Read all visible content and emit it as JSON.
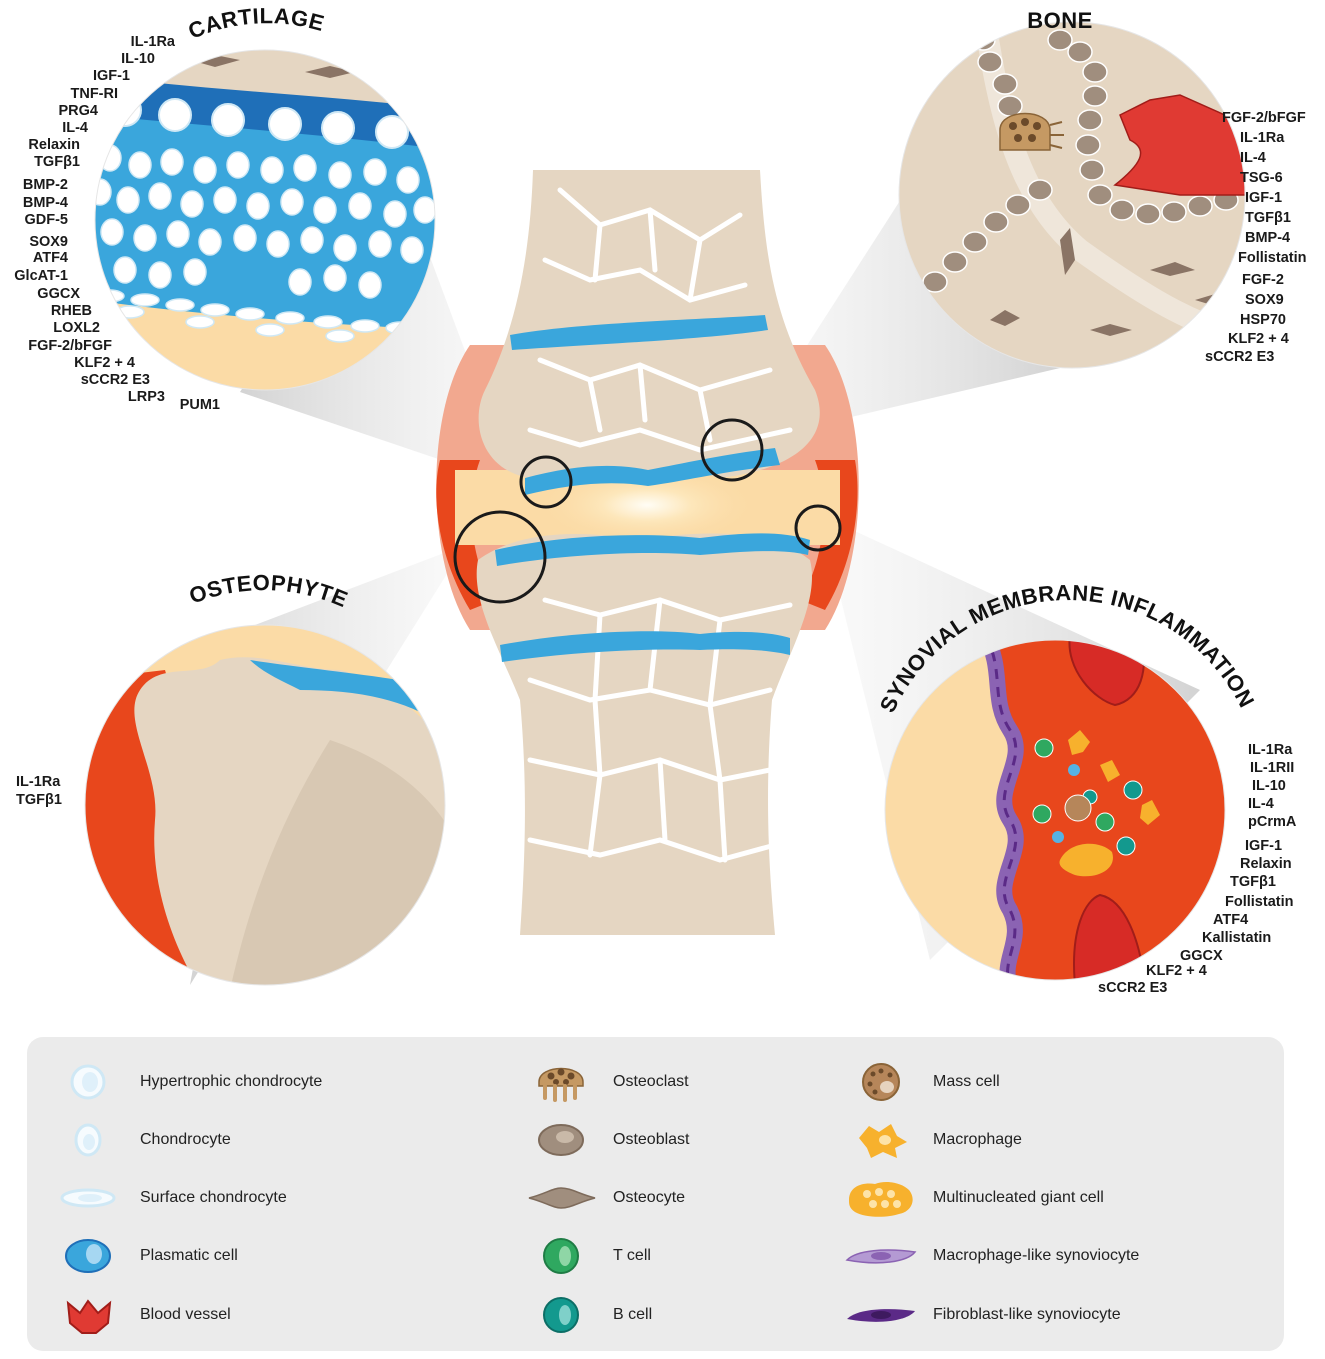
{
  "panels": {
    "cartilage": {
      "title": "CARTILAGE",
      "labels": [
        "IL-1Ra",
        "IL-10",
        "IGF-1",
        "TNF-RI",
        "PRG4",
        "IL-4",
        "Relaxin",
        "TGFβ1",
        "BMP-2",
        "BMP-4",
        "GDF-5",
        "SOX9",
        "ATF4",
        "GlcAT-1",
        "GGCX",
        "RHEB",
        "LOXL2",
        "FGF-2/bFGF",
        "KLF2 + 4",
        "sCCR2 E3",
        "LRP3",
        "PUM1"
      ]
    },
    "bone": {
      "title": "BONE",
      "labels": [
        "FGF-2/bFGF",
        "IL-1Ra",
        "IL-4",
        "TSG-6",
        "IGF-1",
        "TGFβ1",
        "BMP-4",
        "Follistatin",
        "FGF-2",
        "SOX9",
        "HSP70",
        "KLF2 + 4",
        "sCCR2 E3"
      ]
    },
    "osteophyte": {
      "title": "OSTEOPHYTE",
      "labels": [
        "IL-1Ra",
        "TGFβ1"
      ]
    },
    "synovial": {
      "title": "SYNOVIAL MEMBRANE INFLAMMATION",
      "labels": [
        "IL-1Ra",
        "IL-1RII",
        "IL-10",
        "IL-4",
        "pCrmA",
        "IGF-1",
        "Relaxin",
        "TGFβ1",
        "Follistatin",
        "ATF4",
        "Kallistatin",
        "GGCX",
        "KLF2 + 4",
        "sCCR2 E3"
      ]
    }
  },
  "legend": [
    {
      "icon": "hypertrophic-chondrocyte-icon",
      "label": "Hypertrophic chondrocyte"
    },
    {
      "icon": "chondrocyte-icon",
      "label": "Chondrocyte"
    },
    {
      "icon": "surface-chondrocyte-icon",
      "label": "Surface chondrocyte"
    },
    {
      "icon": "plasmatic-cell-icon",
      "label": "Plasmatic cell"
    },
    {
      "icon": "blood-vessel-icon",
      "label": "Blood vessel"
    },
    {
      "icon": "osteoclast-icon",
      "label": "Osteoclast"
    },
    {
      "icon": "osteoblast-icon",
      "label": "Osteoblast"
    },
    {
      "icon": "osteocyte-icon",
      "label": "Osteocyte"
    },
    {
      "icon": "t-cell-icon",
      "label": "T cell"
    },
    {
      "icon": "b-cell-icon",
      "label": "B cell"
    },
    {
      "icon": "mass-cell-icon",
      "label": "Mass cell"
    },
    {
      "icon": "macrophage-icon",
      "label": "Macrophage"
    },
    {
      "icon": "multinucleated-giant-cell-icon",
      "label": "Multinucleated giant cell"
    },
    {
      "icon": "macrophage-like-synoviocyte-icon",
      "label": "Macrophage-like synoviocyte"
    },
    {
      "icon": "fibroblast-like-synoviocyte-icon",
      "label": "Fibroblast-like synoviocyte"
    }
  ],
  "colors": {
    "bone": "#e5d6c2",
    "bone_line": "#ffffff",
    "cartilage_blue": "#3aa6dc",
    "cartilage_dark": "#1f6fb8",
    "synovium_red": "#e8471c",
    "synovium_pink": "#f2a88f",
    "joint_space": "#fbe0b0",
    "blood_vessel": "#e03a33",
    "osteoblast": "#a08e7e",
    "t_cell": "#2fa860",
    "b_cell": "#13998e",
    "macrophage": "#f7b12d",
    "purple": "#8b63b3",
    "dark_purple": "#5b2a87"
  }
}
